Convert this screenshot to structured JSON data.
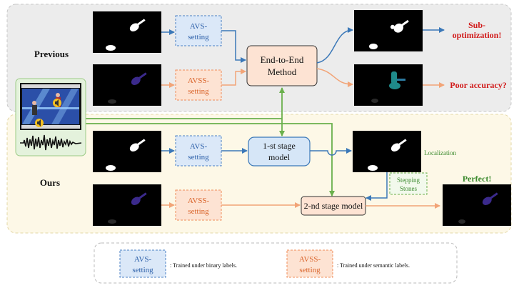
{
  "sections": {
    "previous_label": "Previous",
    "ours_label": "Ours"
  },
  "boxes": {
    "avs_setting_line1": "AVS-",
    "avs_setting_line2": "setting",
    "avss_setting_line1": "AVSS-",
    "avss_setting_line2": "setting",
    "end_to_end_line1": "End-to-End",
    "end_to_end_line2": "Method",
    "first_stage_line1": "1-st stage",
    "first_stage_line2": "model",
    "second_stage": "2-nd stage model",
    "stepping_line1": "Stepping",
    "stepping_line2": "Stones"
  },
  "annotations": {
    "sub_optimization_line1": "Sub-",
    "sub_optimization_line2": "optimization!",
    "poor_accuracy": "Poor accuracy?",
    "localization": "Localization",
    "perfect": "Perfect!"
  },
  "legend": {
    "avs_note": ": Trained under binary labels.",
    "avss_note": ": Trained under semantic labels."
  },
  "colors": {
    "blue_arrow": "#3b78b8",
    "orange_arrow": "#f2a477",
    "green_arrow": "#6ab04c",
    "red_text": "#d11a1a",
    "green_text": "#3c8a2e"
  }
}
